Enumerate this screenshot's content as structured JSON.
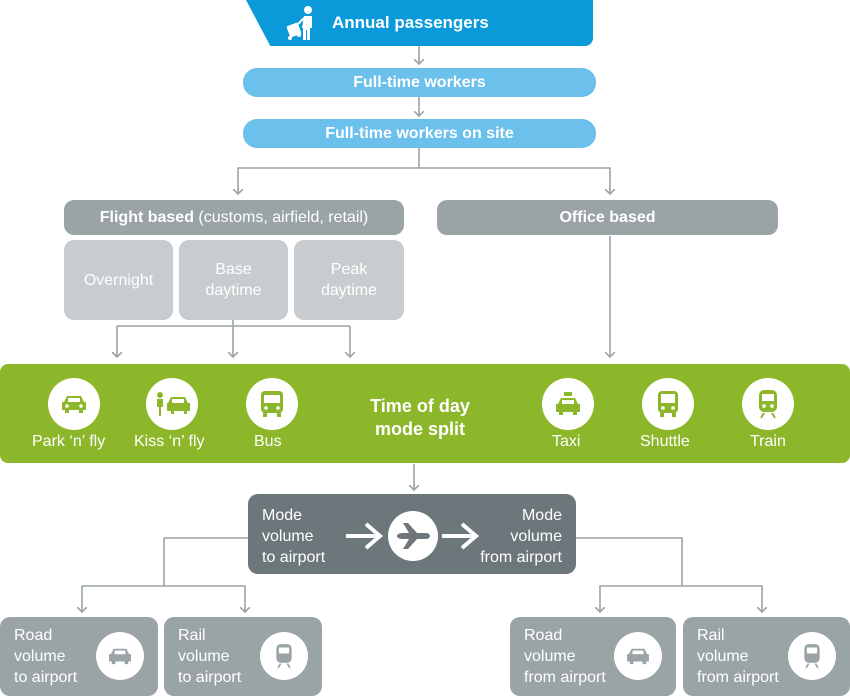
{
  "colors": {
    "blue_dark": "#0a9ad9",
    "blue_light": "#6cc0ec",
    "grey_dark": "#9aa3a6",
    "grey_light": "#c8ccce",
    "green": "#8db72b",
    "slate": "#6d777b",
    "connector": "#9aa3a6"
  },
  "header": {
    "title": "Annual passengers",
    "icon": "passenger-luggage-icon"
  },
  "level2": {
    "label": "Full-time workers"
  },
  "level3": {
    "label": "Full-time workers on site"
  },
  "flight_based": {
    "label_bold": "Flight based",
    "label_rest": " (customs, airfield, retail)",
    "shifts": [
      "Overnight",
      "Base\ndaytime",
      "Peak\ndaytime"
    ]
  },
  "office_based": {
    "label": "Office based"
  },
  "mode_split": {
    "title": "Time of day\nmode split",
    "modes": [
      {
        "label": "Park ‘n’ fly",
        "icon": "car-icon"
      },
      {
        "label": "Kiss ‘n’ fly",
        "icon": "dropoff-icon"
      },
      {
        "label": "Bus",
        "icon": "bus-icon"
      },
      {
        "label": "Taxi",
        "icon": "taxi-icon"
      },
      {
        "label": "Shuttle",
        "icon": "shuttle-icon"
      },
      {
        "label": "Train",
        "icon": "train-icon"
      }
    ]
  },
  "mode_volume": {
    "to_airport": "Mode\nvolume\nto airport",
    "from_airport": "Mode\nvolume\nfrom airport",
    "icon": "airplane-icon"
  },
  "volumes": [
    {
      "label": "Road\nvolume\nto airport",
      "icon": "car-icon"
    },
    {
      "label": "Rail\nvolume\nto airport",
      "icon": "train-icon"
    },
    {
      "label": "Road\nvolume\nfrom airport",
      "icon": "car-icon"
    },
    {
      "label": "Rail\nvolume\nfrom airport",
      "icon": "train-icon"
    }
  ]
}
